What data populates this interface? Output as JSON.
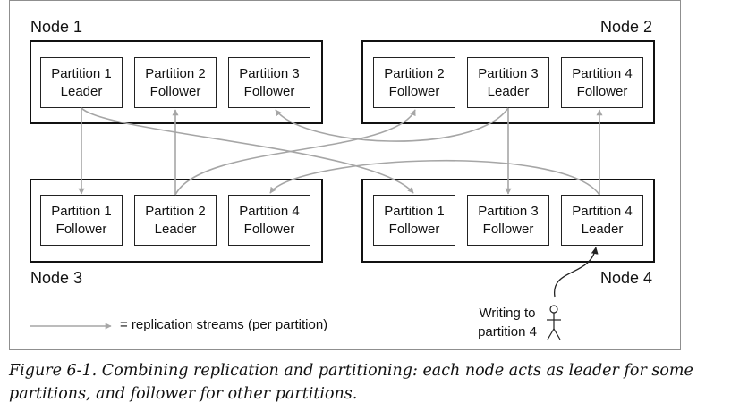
{
  "nodes": [
    {
      "name": "Node 1",
      "partitions": [
        {
          "name": "Partition 1",
          "role": "Leader"
        },
        {
          "name": "Partition 2",
          "role": "Follower"
        },
        {
          "name": "Partition 3",
          "role": "Follower"
        }
      ]
    },
    {
      "name": "Node 2",
      "partitions": [
        {
          "name": "Partition 2",
          "role": "Follower"
        },
        {
          "name": "Partition 3",
          "role": "Leader"
        },
        {
          "name": "Partition 4",
          "role": "Follower"
        }
      ]
    },
    {
      "name": "Node 3",
      "partitions": [
        {
          "name": "Partition 1",
          "role": "Follower"
        },
        {
          "name": "Partition 2",
          "role": "Leader"
        },
        {
          "name": "Partition 4",
          "role": "Follower"
        }
      ]
    },
    {
      "name": "Node 4",
      "partitions": [
        {
          "name": "Partition 1",
          "role": "Follower"
        },
        {
          "name": "Partition 3",
          "role": "Follower"
        },
        {
          "name": "Partition 4",
          "role": "Leader"
        }
      ]
    }
  ],
  "legend": {
    "text": "= replication streams (per partition)"
  },
  "writer": {
    "line1": "Writing to",
    "line2": "partition 4"
  },
  "caption": {
    "line1": "Figure 6-1. Combining replication and partitioning: each node acts as leader for some",
    "line2": "partitions, and follower for other partitions."
  },
  "colors": {
    "arrow": "#a6a6a6",
    "box_border": "#111111",
    "frame_border": "#8f8f8f"
  }
}
